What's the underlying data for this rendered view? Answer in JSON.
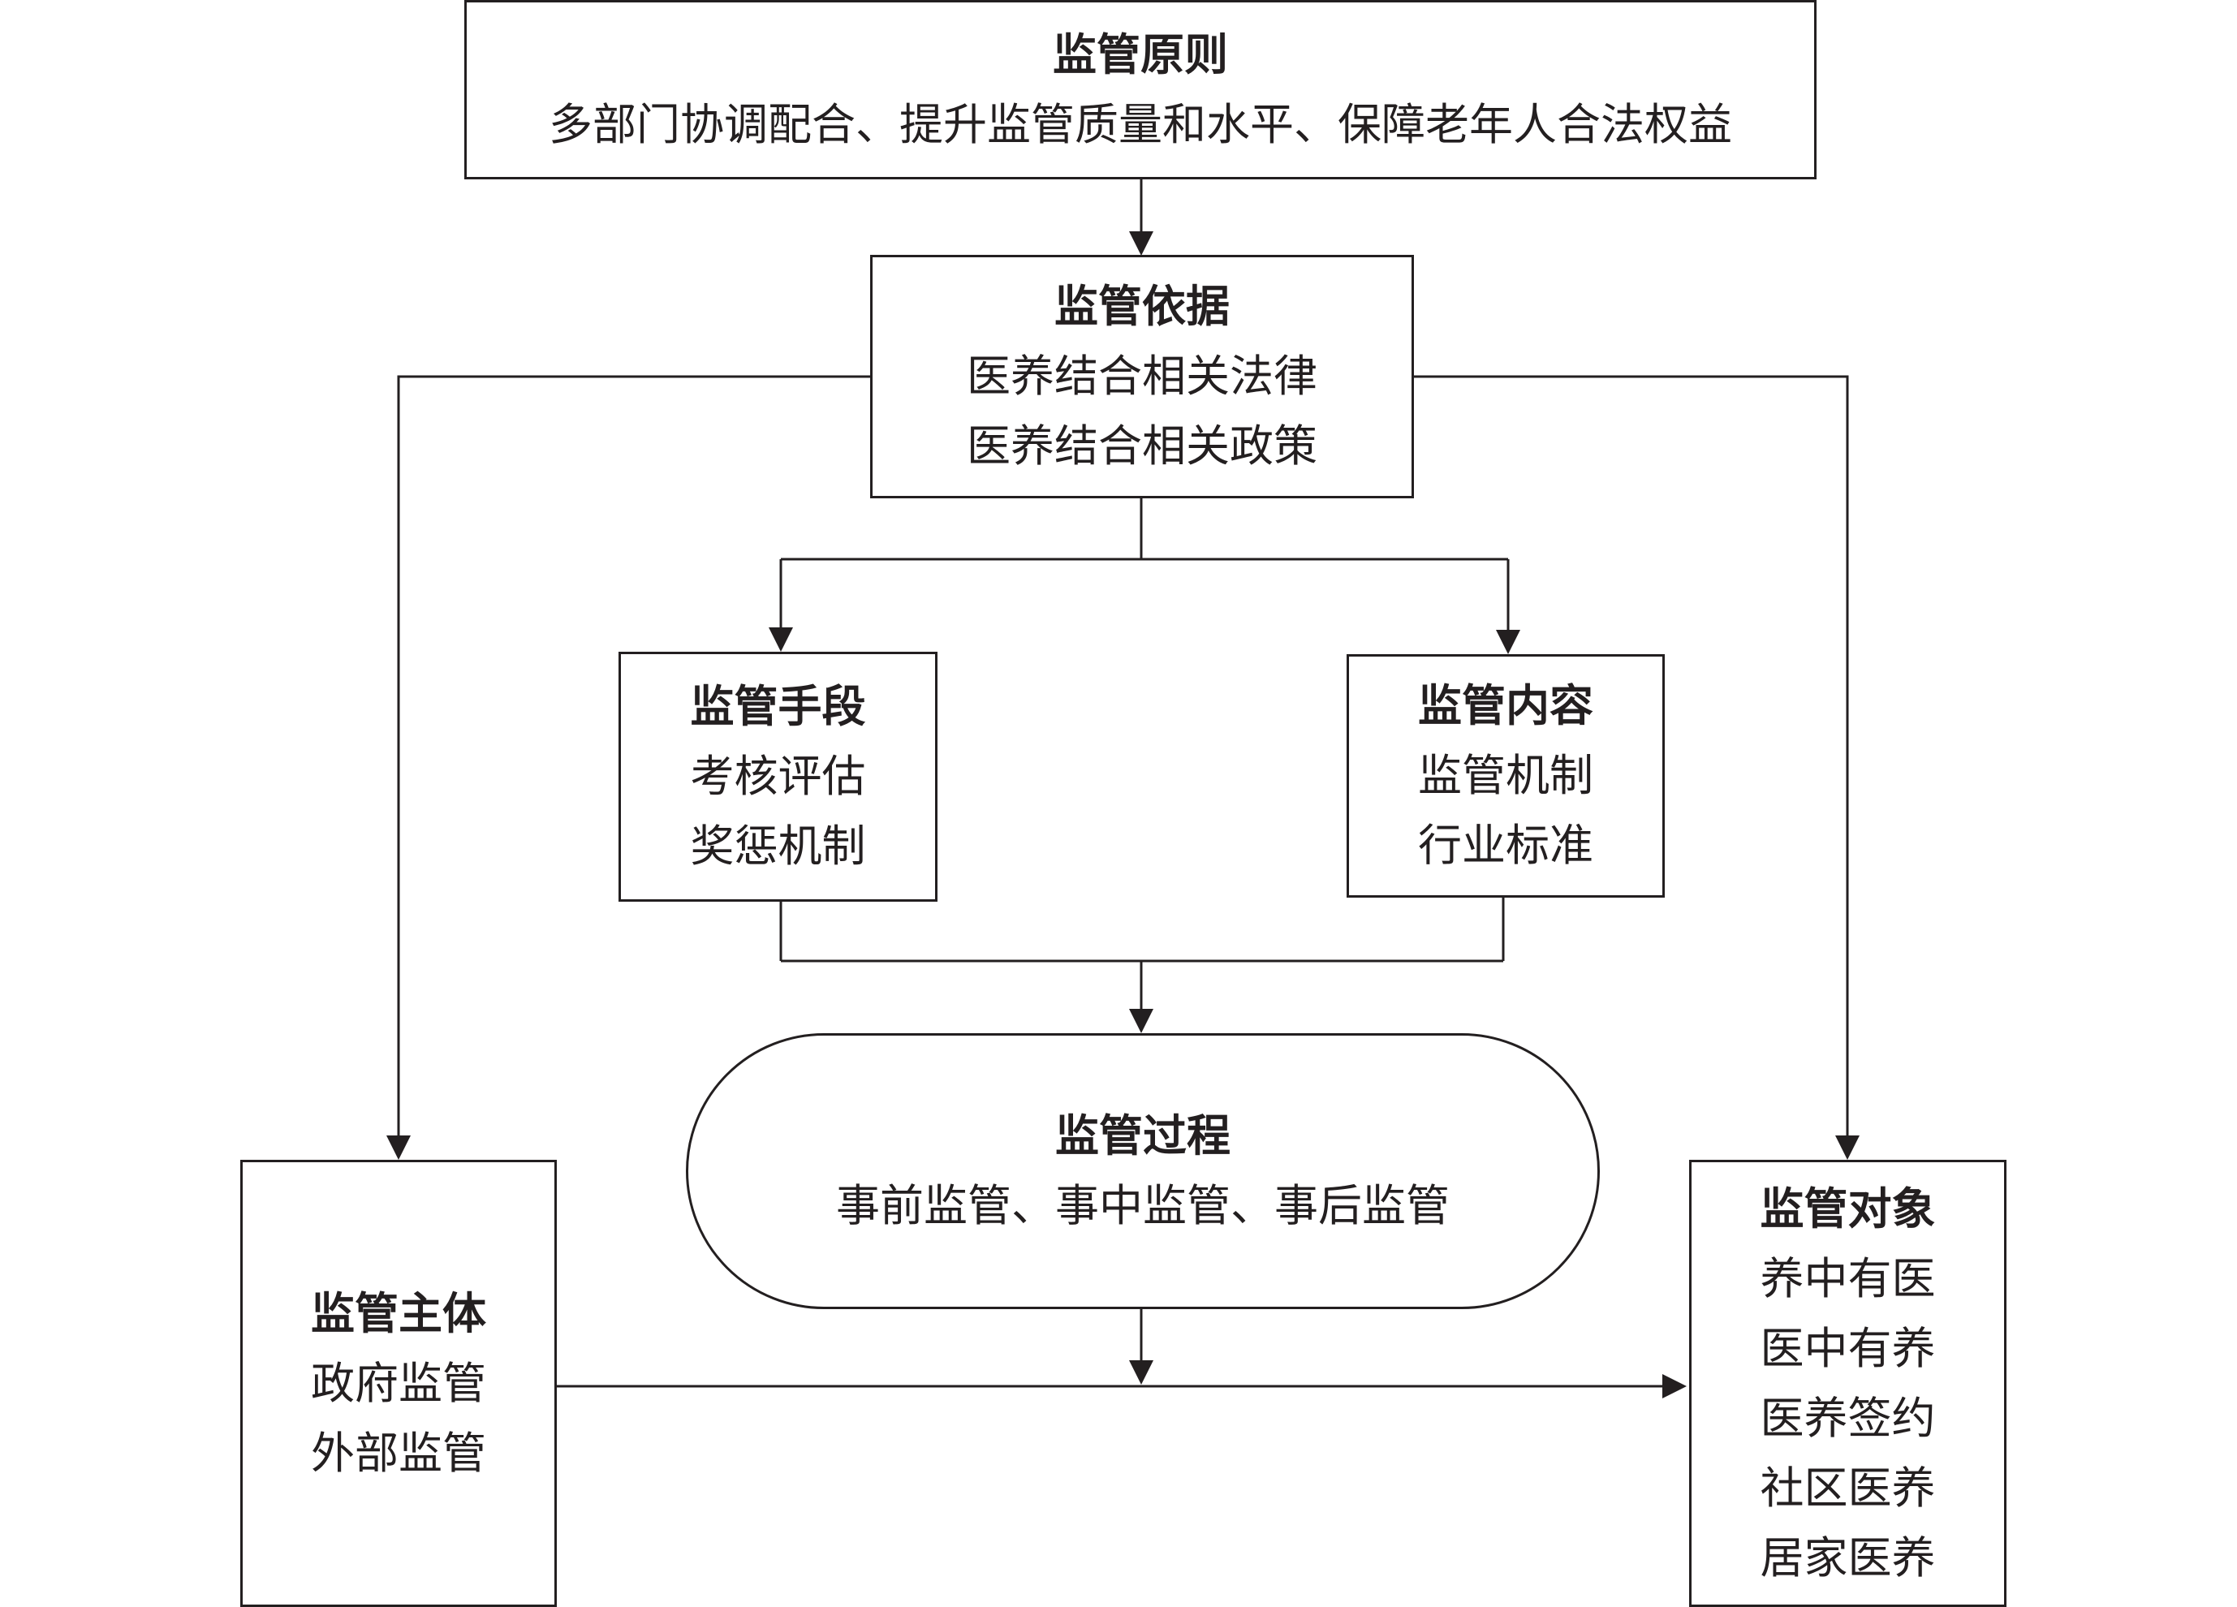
{
  "nodes": {
    "principle": {
      "title": "监管原则",
      "lines": [
        "多部门协调配合、提升监管质量和水平、保障老年人合法权益"
      ]
    },
    "basis": {
      "title": "监管依据",
      "lines": [
        "医养结合相关法律",
        "医养结合相关政策"
      ]
    },
    "means": {
      "title": "监管手段",
      "lines": [
        "考核评估",
        "奖惩机制"
      ]
    },
    "content": {
      "title": "监管内容",
      "lines": [
        "监管机制",
        "行业标准"
      ]
    },
    "process": {
      "title": "监管过程",
      "lines": [
        "事前监管、事中监管、事后监管"
      ]
    },
    "subject": {
      "title": "监管主体",
      "lines": [
        "政府监管",
        "外部监管"
      ]
    },
    "object": {
      "title": "监管对象",
      "lines": [
        "养中有医",
        "医中有养",
        "医养签约",
        "社区医养",
        "居家医养"
      ]
    }
  },
  "edges": [
    {
      "from": "principle",
      "to": "basis"
    },
    {
      "from": "basis",
      "to": "means"
    },
    {
      "from": "basis",
      "to": "content"
    },
    {
      "from": "basis",
      "to": "subject"
    },
    {
      "from": "basis",
      "to": "object"
    },
    {
      "from": "means",
      "to": "process"
    },
    {
      "from": "content",
      "to": "process"
    },
    {
      "from": "process",
      "to": "object"
    },
    {
      "from": "subject",
      "to": "object"
    }
  ],
  "colors": {
    "stroke": "#231f20",
    "background": "#ffffff"
  }
}
